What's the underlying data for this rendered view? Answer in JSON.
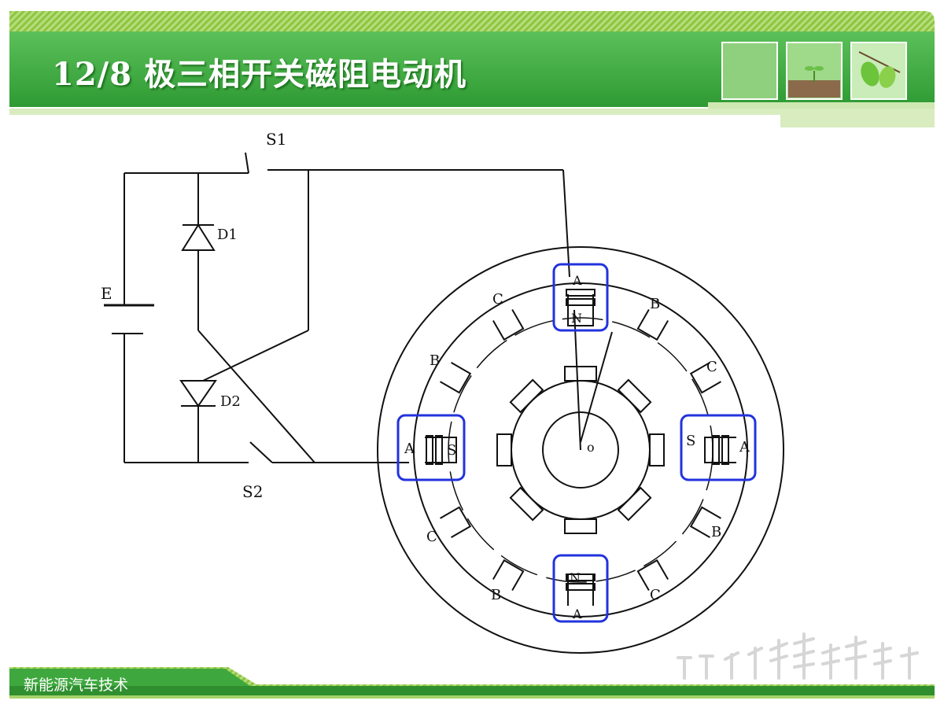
{
  "slide": {
    "title": "12/8  极三相开关磁阻电动机",
    "footer": "新能源汽车技术"
  },
  "circuit": {
    "switch_upper": "S1",
    "switch_lower": "S2",
    "diode_upper": "D1",
    "diode_lower": "D2",
    "source": "E"
  },
  "motor": {
    "center_label": "o",
    "top_pole": {
      "phase": "A",
      "polarity": "N"
    },
    "bottom_pole": {
      "phase": "A",
      "polarity": "N"
    },
    "left_pole": {
      "phase": "A",
      "polarity": "S"
    },
    "right_pole": {
      "phase": "A",
      "polarity": "S"
    },
    "phase_labels": [
      "C",
      "B",
      "C",
      "B",
      "C",
      "B",
      "C",
      "B"
    ],
    "highlight_color": "#2233dd"
  },
  "colors": {
    "title_green": "#3ea83e",
    "title_stripe": "#8cc63f",
    "footer_green": "#2f8f2f",
    "line": "#111111"
  }
}
